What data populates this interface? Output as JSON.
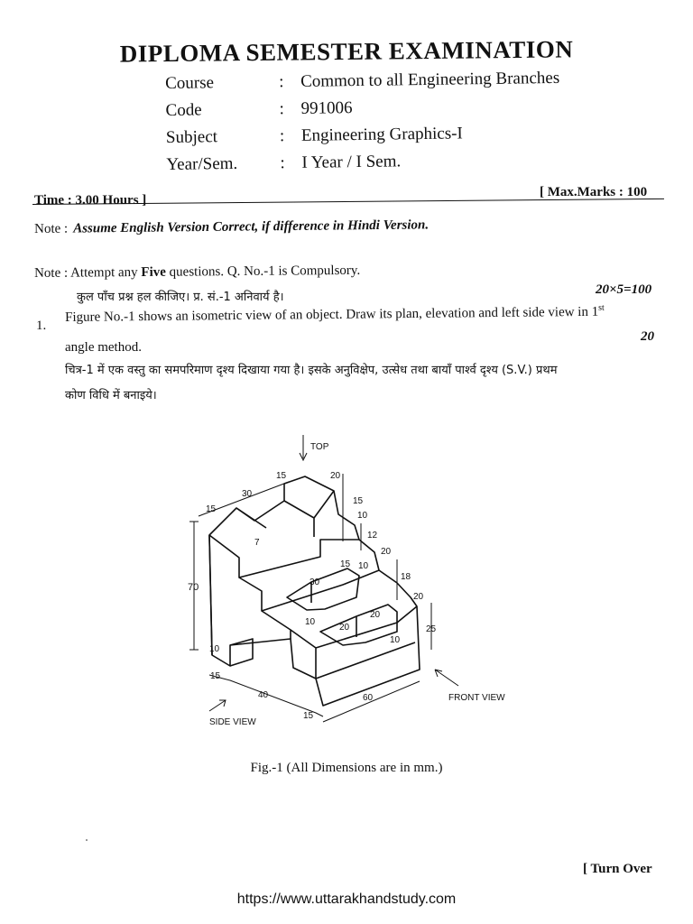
{
  "header": {
    "title": "DIPLOMA SEMESTER EXAMINATION",
    "meta": [
      {
        "label": "Course",
        "value": "Common to all Engineering Branches"
      },
      {
        "label": "Code",
        "value": "991006"
      },
      {
        "label": "Subject",
        "value": "Engineering Graphics-I"
      },
      {
        "label": "Year/Sem.",
        "value": "I Year / I Sem."
      }
    ],
    "colon": ":",
    "time": "Time : 3.00 Hours ]",
    "max_marks": "[ Max.Marks : 100"
  },
  "note1": {
    "label": "Note :",
    "text": "Assume English Version Correct, if difference in Hindi Version."
  },
  "note2": {
    "prefix": "Note : Attempt any ",
    "bold": "Five",
    "suffix": " questions. Q. No.-1 is Compulsory.",
    "hindi": "कुल पाँच प्रश्न हल कीजिए। प्र. सं.-1 अनिवार्य है।",
    "marks": "20×5=100"
  },
  "question1": {
    "number": "1.",
    "text": "Figure No.-1 shows an isometric view of an object. Draw its plan, elevation and left side view in 1",
    "sup": "st",
    "line2": "angle method.",
    "marks": "20",
    "hindi_line1": "चित्र-1 में एक वस्तु का समपरिमाण दृश्य दिखाया गया है। इसके अनुविक्षेप, उत्सेध तथा बायाँ पार्श्व दृश्य (S.V.) प्रथम",
    "hindi_line2": "कोण विधि में बनाइये।"
  },
  "figure": {
    "labels": {
      "top": "TOP",
      "side_view": "SIDE VIEW",
      "front_view": "FRONT VIEW"
    },
    "dims": {
      "d70": "70",
      "d15a": "15",
      "d30a": "30",
      "d15b": "15",
      "d20a": "20",
      "d15c": "15",
      "d10a": "10",
      "d12": "12",
      "d20b": "20",
      "d7": "7",
      "d18": "18",
      "d30b": "30",
      "d15d": "15",
      "d10b": "10",
      "d20c": "20",
      "d10c": "10",
      "d20d": "20",
      "d20e": "20",
      "d25": "25",
      "d10d": "10",
      "d10e": "10",
      "d15e": "15",
      "d40": "40",
      "d60": "60",
      "d15f": "15"
    },
    "caption": "Fig.-1 (All Dimensions are in mm.)"
  },
  "footer": {
    "turn_over": "[ Turn Over",
    "url": "https://www.uttarakhandstudy.com"
  }
}
